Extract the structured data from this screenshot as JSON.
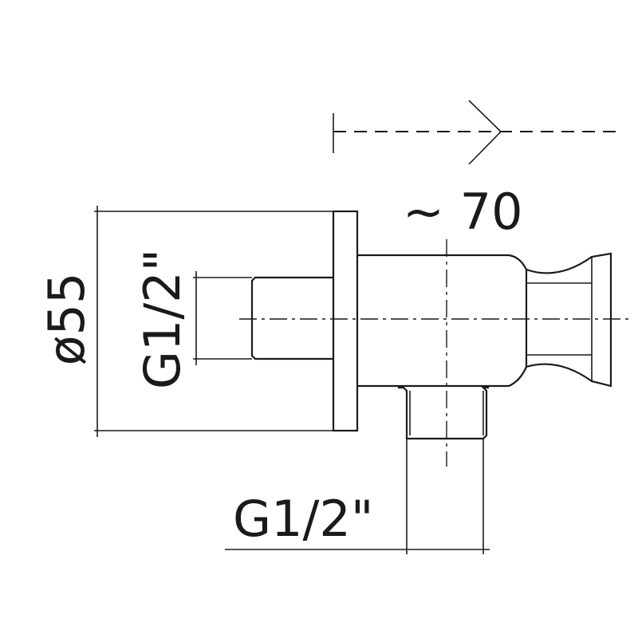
{
  "dimensions": {
    "diameter_label": "ø55",
    "thread_inlet_label": "G1/2\"",
    "projection_label": "~ 70",
    "thread_outlet_label": "G1/2\""
  }
}
